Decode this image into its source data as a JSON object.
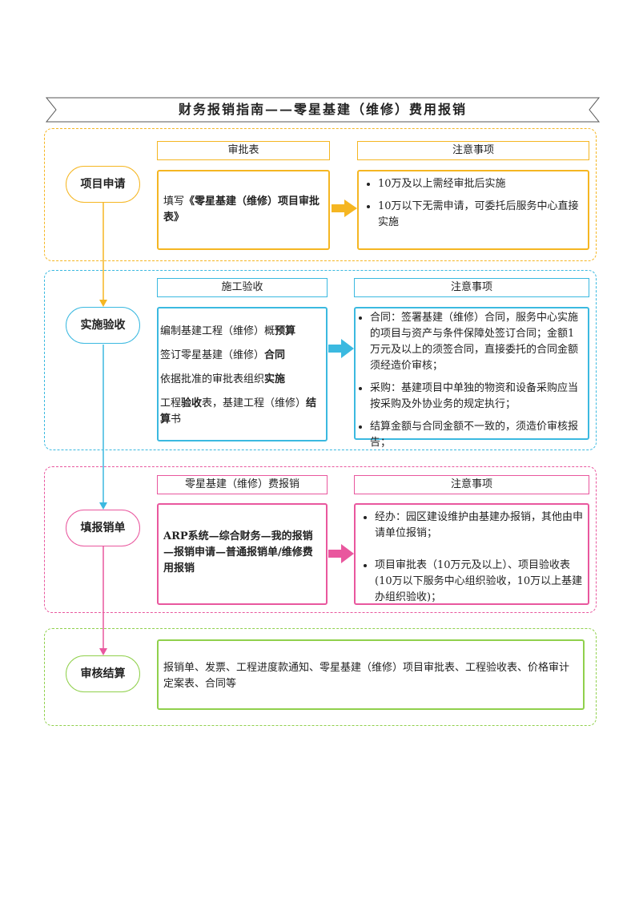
{
  "title": "财务报销指南——零星基建（维修）费用报销",
  "colors": {
    "yellow": "#f5b622",
    "cyan": "#3bb9e0",
    "pink": "#e9579e",
    "green": "#90d04c"
  },
  "steps": [
    {
      "label": "项目申请",
      "header_left": "审批表",
      "header_right": "注意事项",
      "left_parts": [
        "填写",
        "《零星基建（维修）项目审批表》"
      ],
      "notes": [
        "10万及以上需经审批后实施",
        "10万以下无需申请，可委托后服务中心直接实施"
      ]
    },
    {
      "label": "实施验收",
      "header_left": "施工验收",
      "header_right": "注意事项",
      "lines": [
        [
          "编制基建工程（维修）概",
          "预算"
        ],
        [
          "签订零星基建（维修）",
          "合同"
        ],
        [
          "依据批准的审批表组织",
          "实施"
        ],
        [
          "工程",
          "验收",
          "表，基建工程（维修）",
          "结算",
          "书"
        ]
      ],
      "notes": [
        "合同：签署基建（维修）合同，服务中心实施的项目与资产与条件保障处签订合同；金额1万元及以上的须签合同，直接委托的合同金额须经造价审核；",
        "采购：基建项目中单独的物资和设备采购应当按采购及外协业务的规定执行；",
        "结算金额与合同金额不一致的，须造价审核报告；"
      ]
    },
    {
      "label": "填报销单",
      "header_left": "零星基建（维修）费报销",
      "header_right": "注意事项",
      "left_text": "ARP系统—综合财务—我的报销—报销申请—普通报销单/维修费用报销",
      "notes": [
        "经办：园区建设维护由基建办报销，其他由申请单位报销；",
        "项目审批表（10万元及以上）、项目验收表(10万以下服务中心组织验收，10万以上基建办组织验收)；"
      ]
    },
    {
      "label": "审核结算",
      "left_text": "报销单、发票、工程进度款通知、零星基建（维修）项目审批表、工程验收表、价格审计定案表、合同等"
    }
  ]
}
